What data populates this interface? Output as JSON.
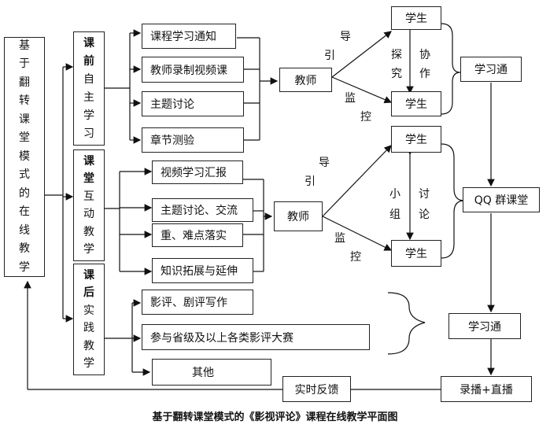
{
  "title_vertical": "基于翻转课堂模式的在线教学",
  "sections": {
    "pre": {
      "bold": "课前",
      "rest": "自主学习"
    },
    "in": {
      "bold": "课堂",
      "rest": "互动教学"
    },
    "post": {
      "bold": "课后",
      "rest": "实践教学"
    }
  },
  "pre_items": [
    "课程学习通知",
    "教师录制视频课",
    "主题讨论",
    "章节测验"
  ],
  "in_items": [
    "视频学习汇报",
    "主题讨论、交流",
    "重、难点落实",
    "知识拓展与延伸"
  ],
  "post_items": [
    "影评、剧评写作",
    "参与省级及以上各类影评大赛",
    "其他"
  ],
  "teacher": "教师",
  "student": "学生",
  "guide": "导引",
  "monitor": "监控",
  "explore": "探究",
  "cooperate": "协作",
  "group": "小组",
  "discuss": "讨论",
  "xuexitong": "学习通",
  "qq": "QQ  群课堂",
  "record": "录播+直播",
  "feedback": "实时反馈",
  "caption": "基于翻转课堂模式的《影视评论》课程在线教学平面图"
}
